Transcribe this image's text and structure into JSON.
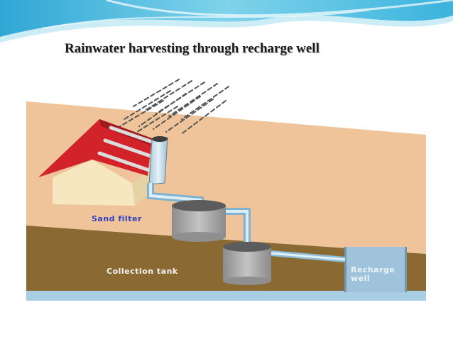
{
  "title": "Rainwater harvesting  through recharge well",
  "labels": {
    "sand_filter": "Sand filter",
    "collection_tank": "Collection tank",
    "recharge_well_line1": "Recharge",
    "recharge_well_line2": "well"
  },
  "colors": {
    "wave": "#5cc6e4",
    "sky_ground": "#efc49a",
    "soil": "#8a6a32",
    "roof": "#d2232a",
    "water": "#a9cde2",
    "tank": "#a4a4a4",
    "label_blue": "#2f3fbf"
  }
}
